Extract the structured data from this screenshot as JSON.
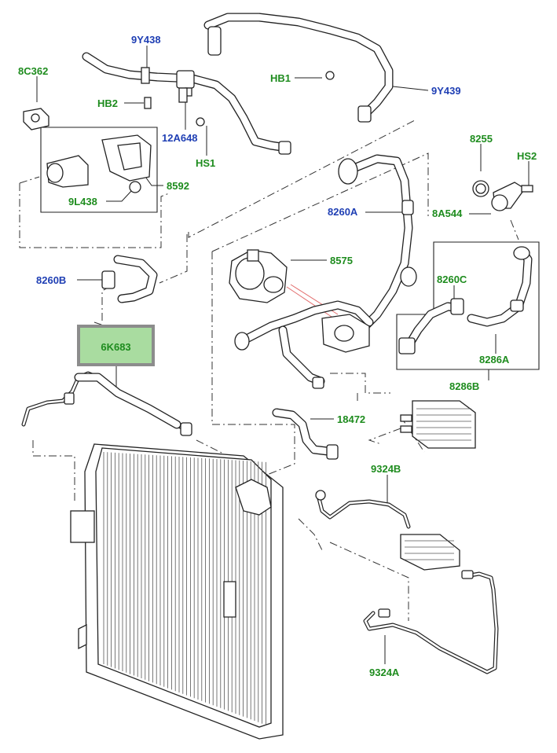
{
  "labels": {
    "l_9y438": "9Y438",
    "l_8c362": "8C362",
    "l_hb2": "HB2",
    "l_12a648": "12A648",
    "l_hs1": "HS1",
    "l_hb1": "HB1",
    "l_9y439": "9Y439",
    "l_8592": "8592",
    "l_9l438": "9L438",
    "l_8255": "8255",
    "l_hs2": "HS2",
    "l_8260a": "8260A",
    "l_8a544": "8A544",
    "l_8260b": "8260B",
    "l_8575": "8575",
    "l_8260c": "8260C",
    "l_6k683": "6K683",
    "l_8286a": "8286A",
    "l_8286b": "8286B",
    "l_18472": "18472",
    "l_9324b": "9324B",
    "l_9324a": "9324A"
  },
  "colors": {
    "green_label": "#1e8c1e",
    "blue_label": "#1f3fb4",
    "highlight_fill": "#a9dca0",
    "highlight_border": "#8c8c8c"
  }
}
